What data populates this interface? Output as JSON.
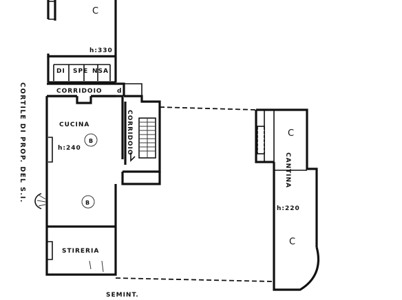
{
  "rooms": {
    "top_letter": "C",
    "top_height": "h:330",
    "dispensa_1": "DI",
    "dispensa_2": "SPE",
    "dispensa_3": "NSA",
    "corridoio_top": "CORRIDOIO",
    "corridoio_top_mark": "d",
    "corridoio_side": "CORRIDOIO",
    "cucina": "CUCINA",
    "cucina_height": "h:240",
    "cucina_mark": "B",
    "middle_mark": "B",
    "stireria": "STIRERIA",
    "cantina_letter_top": "C",
    "cantina": "CANTINA",
    "cantina_height": "h:220",
    "cantina_letter_bottom": "C"
  },
  "courtyard_label": "CORTILE DI PROP. DEL S.I.",
  "footer_label": "SEMINT."
}
